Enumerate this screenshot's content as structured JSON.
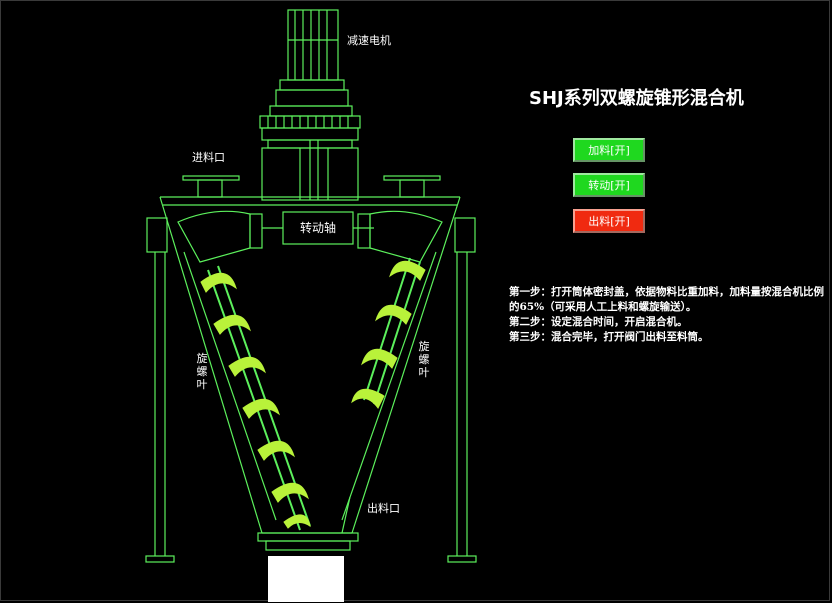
{
  "title": "SHJ系列双螺旋锥形混合机",
  "labels": {
    "motor": "减速电机",
    "inlet": "进料口",
    "shaft": "转动轴",
    "outlet": "出料口",
    "spiral_left": "旋螺叶",
    "spiral_right": "旋螺叶"
  },
  "buttons": {
    "feed": "加料[开]",
    "rotate": "转动[开]",
    "discharge": "出料[开]"
  },
  "steps": [
    "第一步：打开筒体密封盖，依据物料比重加料，加料量按混合机比例的65%（可采用人工上料和螺旋输送）。",
    "第二步：设定混合时间，开启混合机。",
    "第三步：混合完毕，打开阀门出料至料筒。"
  ],
  "colors": {
    "line": "#5cf05c",
    "blade": "#b9f23a",
    "button_green": "#1fd81f",
    "button_red": "#f02a10"
  }
}
